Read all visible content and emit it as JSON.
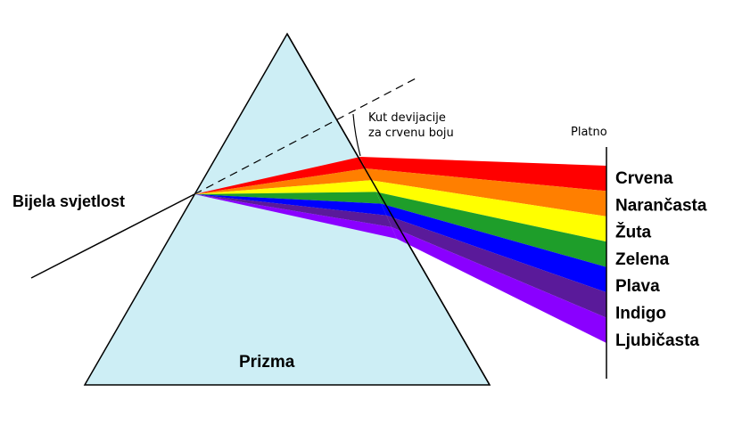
{
  "labels": {
    "white_light": "Bijela svjetlost",
    "prism": "Prizma",
    "screen": "Platno",
    "deviation_line1": "Kut devijacije",
    "deviation_line2": "za crvenu boju"
  },
  "spectrum": [
    {
      "name": "Crvena",
      "color": "#ff0000"
    },
    {
      "name": "Narančasta",
      "color": "#ff7f00"
    },
    {
      "name": "Žuta",
      "color": "#ffff00"
    },
    {
      "name": "Zelena",
      "color": "#1e9e2a"
    },
    {
      "name": "Plava",
      "color": "#0000ff"
    },
    {
      "name": "Indigo",
      "color": "#5a1a9a"
    },
    {
      "name": "Ljubičasta",
      "color": "#8a00ff"
    }
  ],
  "colors": {
    "prism_fill": "#cdeef5",
    "line": "#000000"
  }
}
